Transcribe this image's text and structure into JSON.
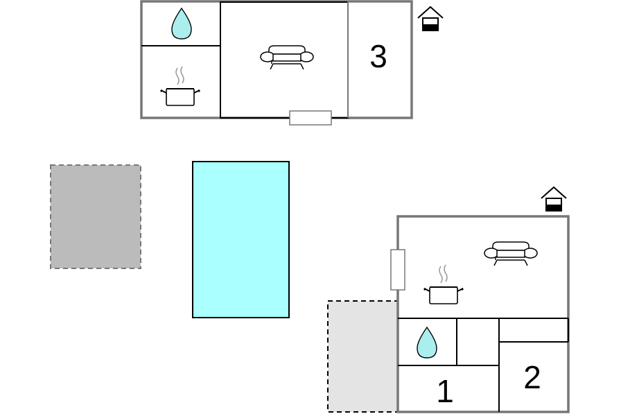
{
  "floorplan": {
    "building_top": {
      "room_label": "3"
    },
    "building_right": {
      "room_labels": [
        "1",
        "2"
      ]
    }
  },
  "colors": {
    "wall": "#777777",
    "inner_wall": "#000000",
    "pool": "#aaffff",
    "terrace_dark": "#bbbbbb",
    "terrace_light": "#e4e4e4",
    "water_drop": "#aaeeee"
  },
  "icons": [
    "water-drop-icon",
    "cooking-pot-icon",
    "sofa-icon",
    "house-entrance-icon",
    "window-icon"
  ]
}
